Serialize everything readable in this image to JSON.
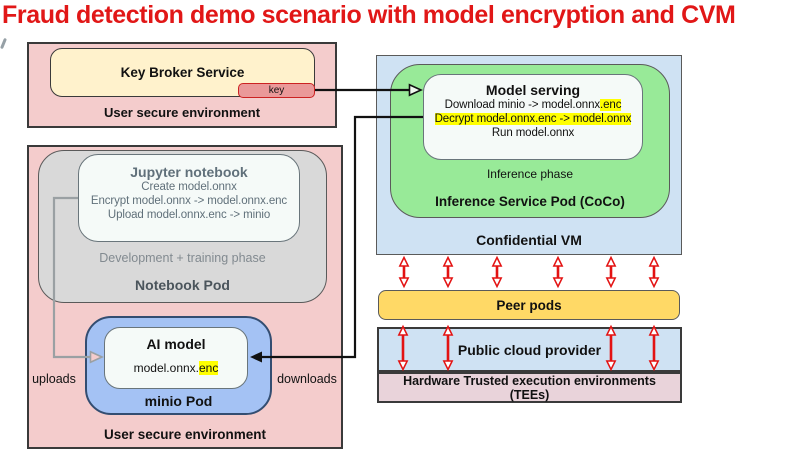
{
  "title": "Fraud detection demo scenario with model encryption and CVM",
  "colors": {
    "title_red": "#e11717",
    "highlight_yellow": "#ffff00",
    "env_pink": "#f4cccc",
    "pod_gray": "#d9d9d9",
    "minio_blue": "#a4c2f4",
    "coco_green": "#98ea98",
    "cvm_blue": "#cfe2f3",
    "peer_yellow": "#ffd966",
    "tees_pink": "#e9d3da",
    "key_badge_red": "#ea9999",
    "link_arrow_red": "#e31212"
  },
  "user_secure_env_top": {
    "label": "User secure environment",
    "key_broker_service": "Key Broker Service",
    "key_badge": "key"
  },
  "user_secure_env_main": {
    "label": "User secure environment",
    "uploads_label": "uploads",
    "downloads_label": "downloads",
    "notebook_pod": {
      "label": "Notebook Pod",
      "phase": "Development + training phase",
      "jupyter": {
        "title": "Jupyter notebook",
        "steps": [
          "Create model.onnx",
          "Encrypt model.onnx -> model.onnx.enc",
          "Upload model.onnx.enc -> minio"
        ]
      }
    },
    "minio_pod": {
      "label": "minio Pod",
      "ai_model": {
        "title": "AI model",
        "file_prefix": "model.onnx.",
        "file_highlight": "enc"
      }
    }
  },
  "confidential_vm": {
    "label": "Confidential VM",
    "inference_pod": {
      "label": "Inference Service Pod (CoCo)",
      "phase": "Inference phase",
      "model_serving": {
        "title": "Model serving",
        "line1_prefix": "Download minio -> model.onnx",
        "line1_highlight": ".enc",
        "line2_highlight": "Decrypt model.onnx.enc -> model.onnx",
        "line3": "Run model.onnx"
      }
    }
  },
  "peer_pods": {
    "label": "Peer pods"
  },
  "public_cloud": {
    "label": "Public cloud provider"
  },
  "tees": {
    "label_line1": "Hardware Trusted execution environments",
    "label_line2": "(TEEs)"
  }
}
